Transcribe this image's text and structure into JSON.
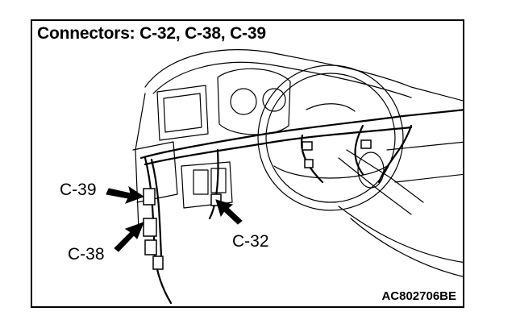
{
  "title": "Connectors: C-32, C-38, C-39",
  "figure_id": "AC802706BE",
  "callouts": {
    "c39": "C-39",
    "c38": "C-38",
    "c32": "C-32"
  },
  "colors": {
    "line": "#000000",
    "background": "#ffffff"
  }
}
